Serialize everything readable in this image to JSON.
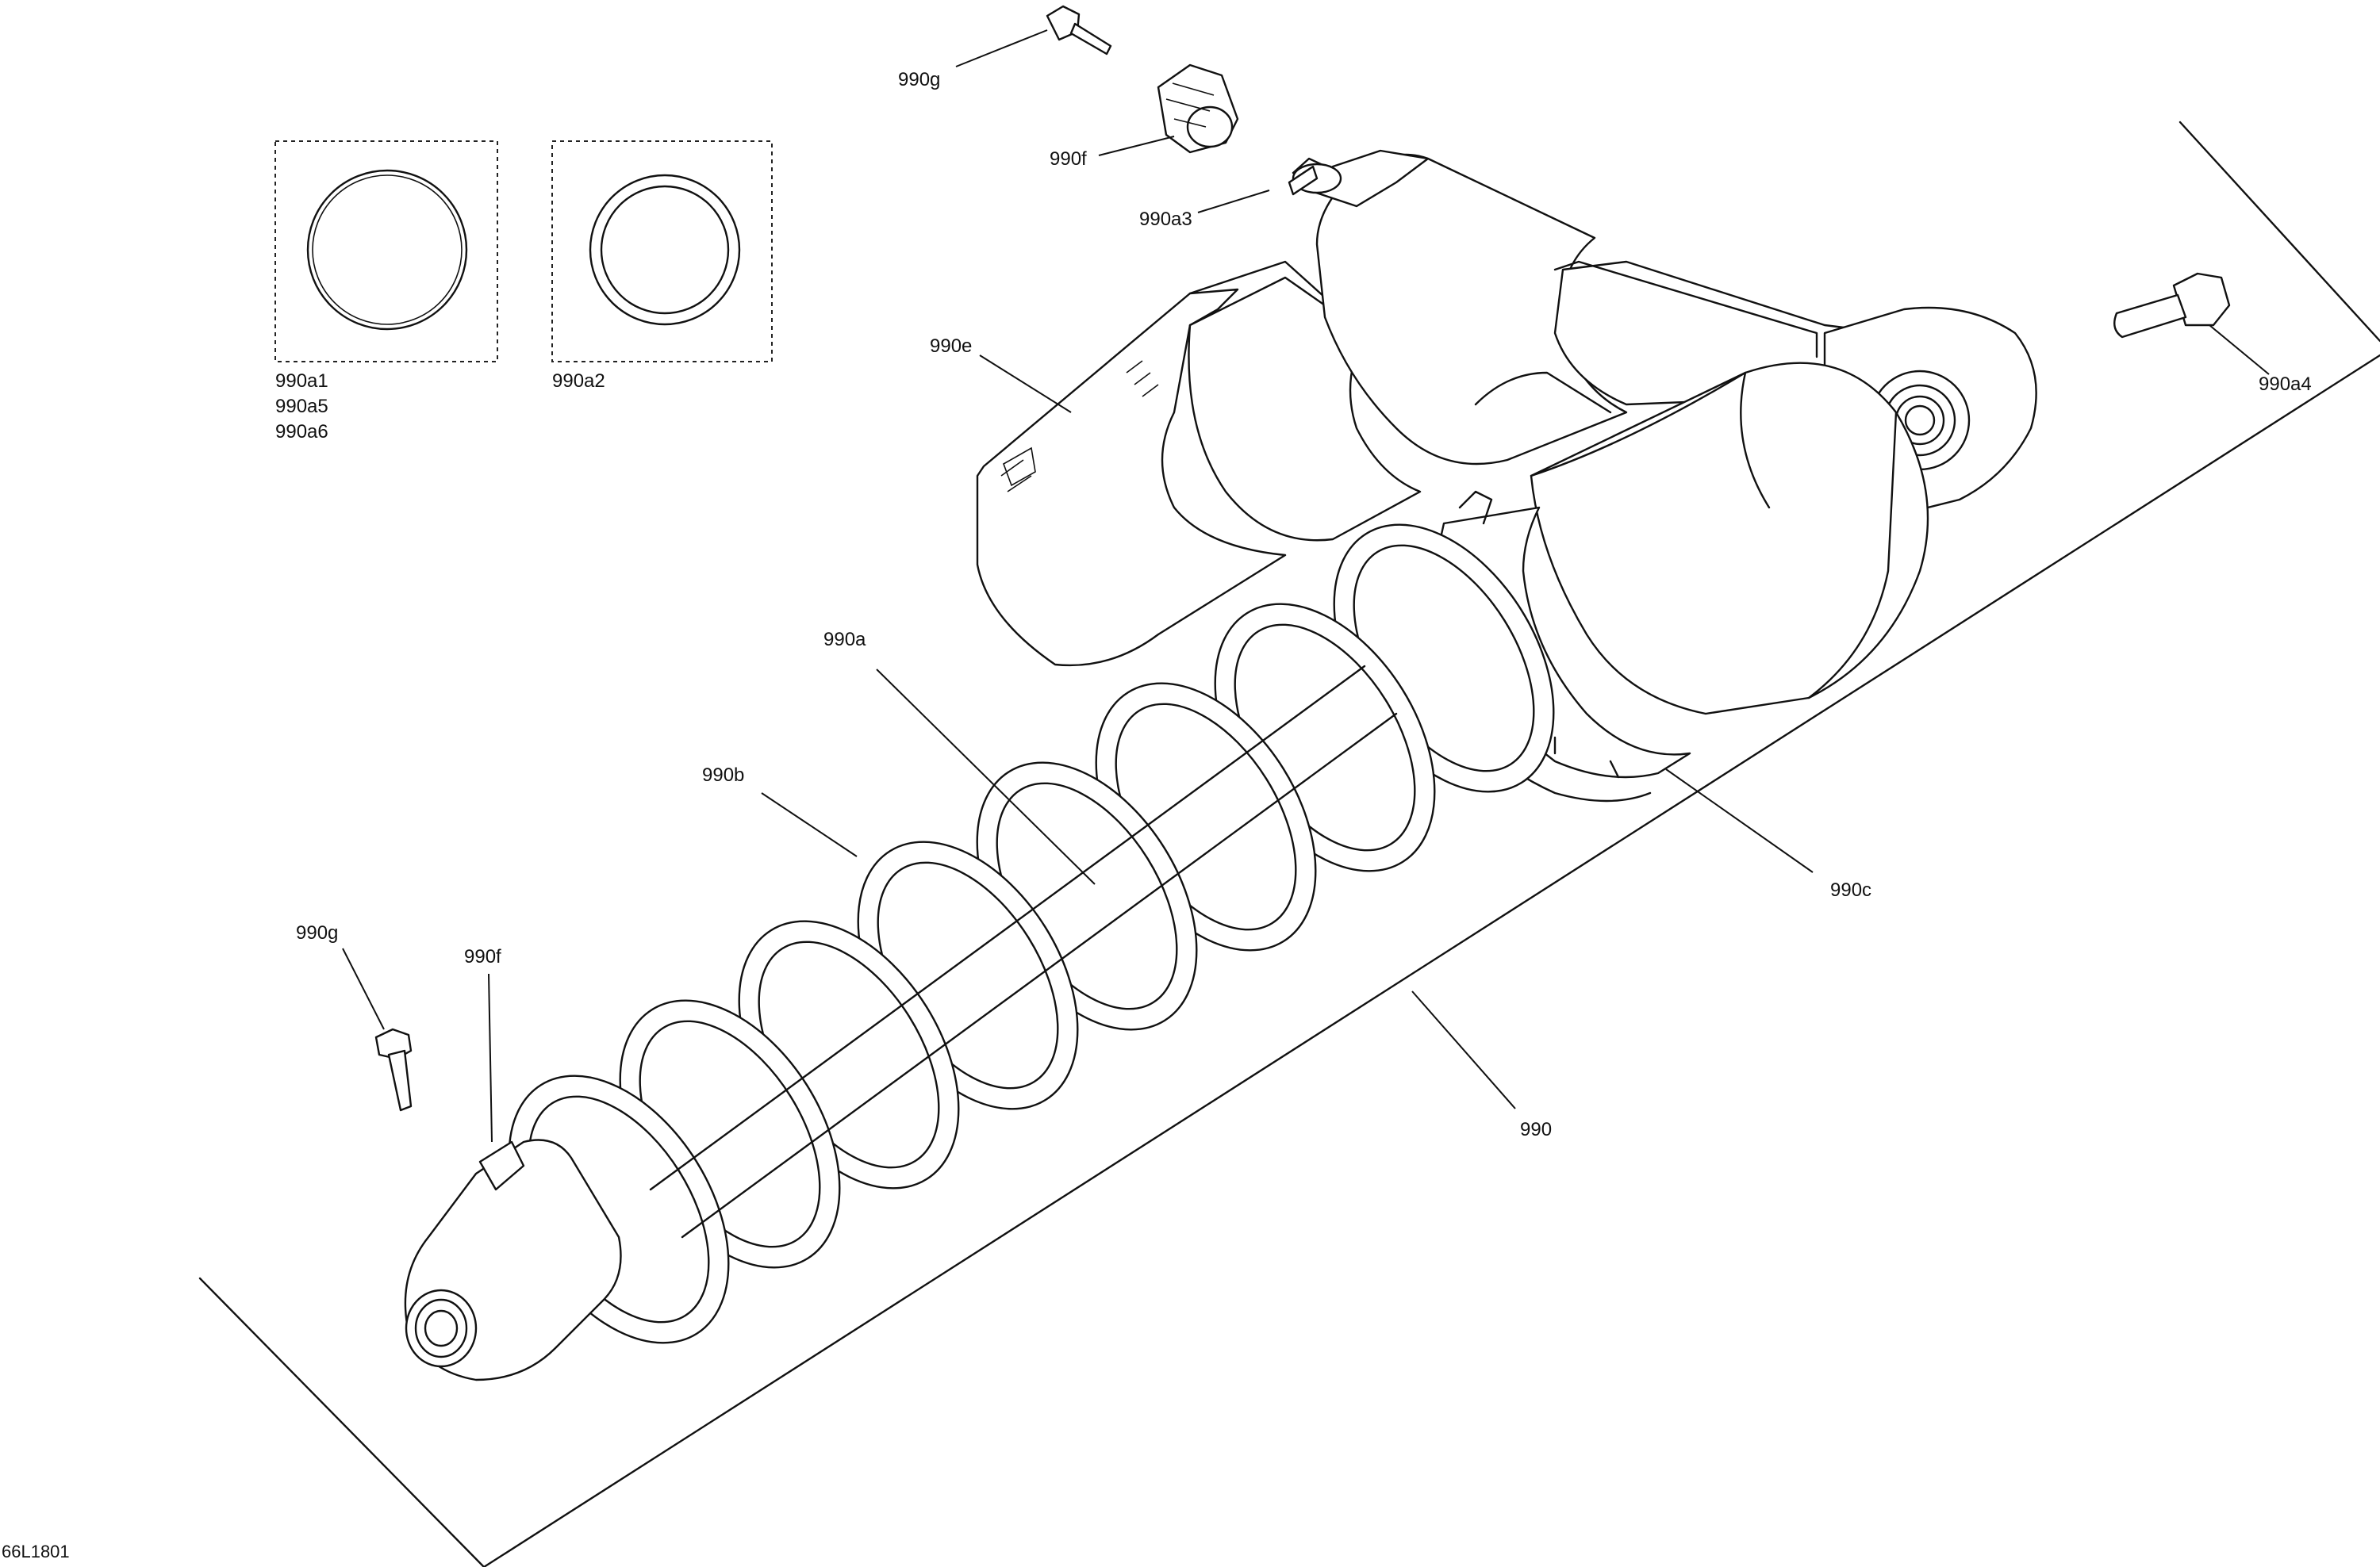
{
  "document_code": "66L1801",
  "callouts": {
    "c990": "990",
    "c990a": "990a",
    "c990b": "990b",
    "c990c": "990c",
    "c990e": "990e",
    "c990f_top": "990f",
    "c990f_bottom": "990f",
    "c990g_top": "990g",
    "c990g_bottom": "990g",
    "c990a3": "990a3",
    "c990a4": "990a4",
    "c990a2": "990a2",
    "c990a1": "990a1",
    "c990a5": "990a5",
    "c990a6": "990a6"
  }
}
